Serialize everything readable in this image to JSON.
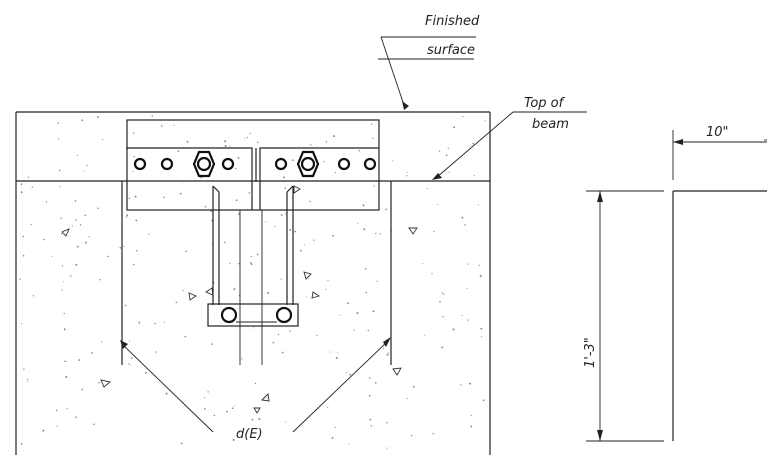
{
  "labels": {
    "finished_line1": "Finished",
    "finished_line2": "surface",
    "top_line1": "Top of",
    "top_line2": "beam",
    "width_dim": "10\"",
    "height_dim": "1'-3\"",
    "embed": "d(E)"
  },
  "colors": {
    "ink": "#222222",
    "paper": "#ffffff",
    "speckle": "#888888"
  }
}
